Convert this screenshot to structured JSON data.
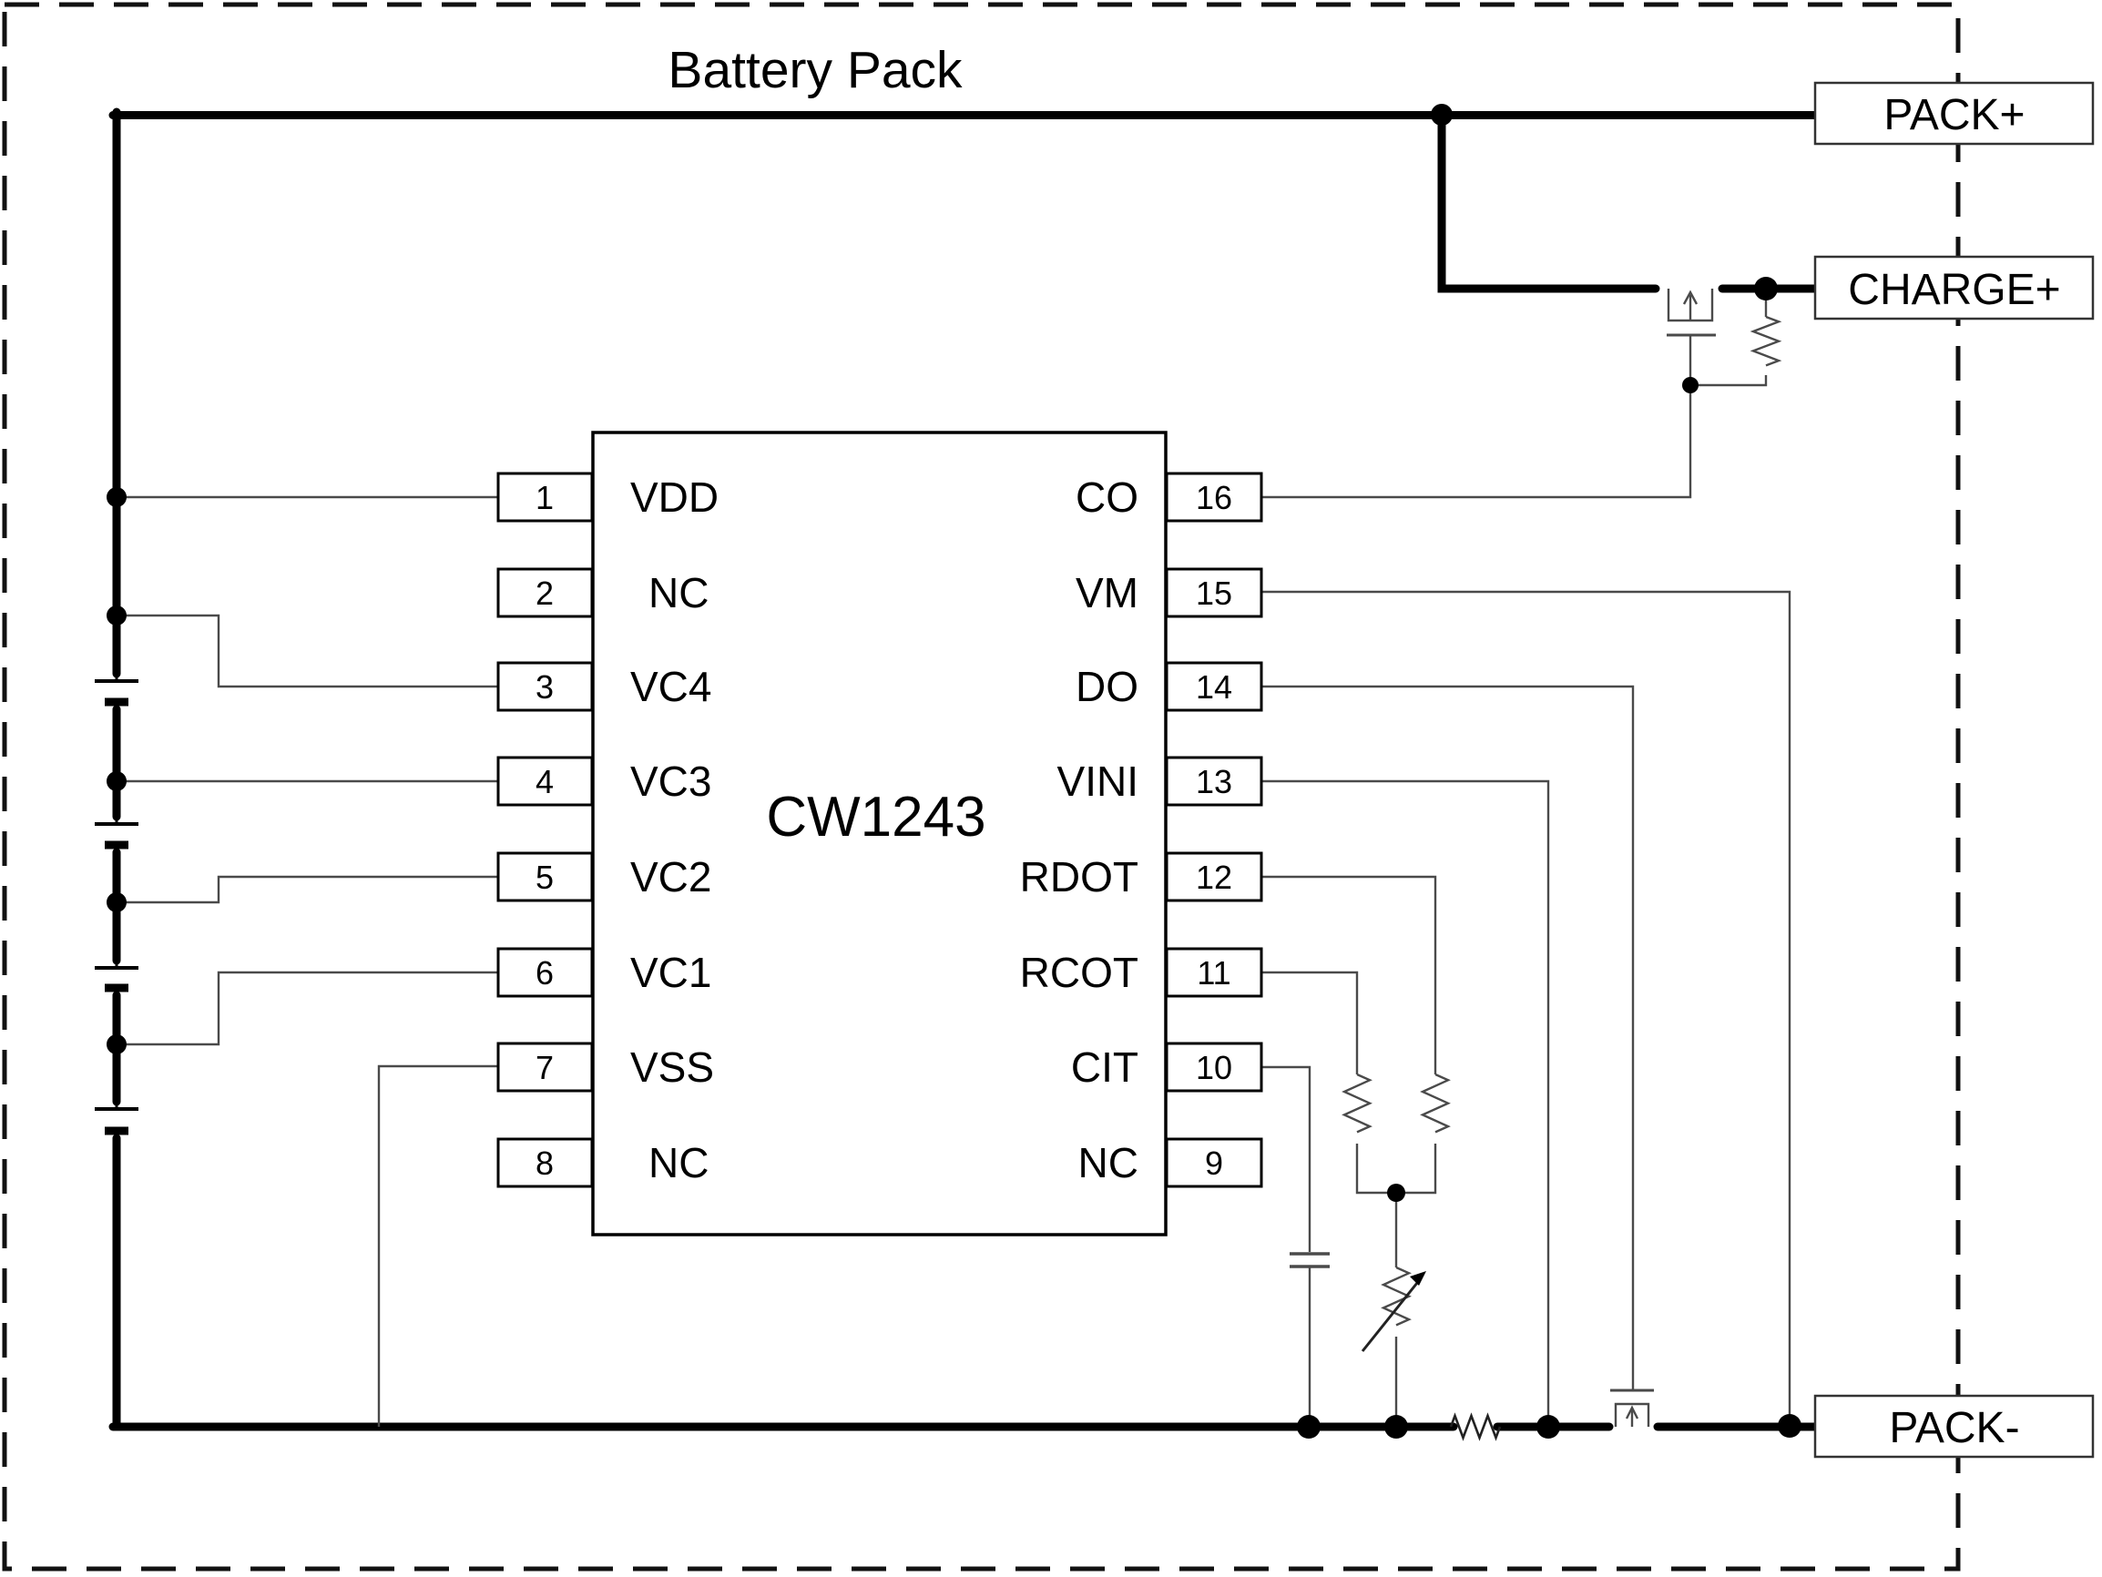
{
  "title": "Battery Pack",
  "chip": {
    "name": "CW1243",
    "left_pins": [
      {
        "num": "1",
        "label": "VDD"
      },
      {
        "num": "2",
        "label": "NC"
      },
      {
        "num": "3",
        "label": "VC4"
      },
      {
        "num": "4",
        "label": "VC3"
      },
      {
        "num": "5",
        "label": "VC2"
      },
      {
        "num": "6",
        "label": "VC1"
      },
      {
        "num": "7",
        "label": "VSS"
      },
      {
        "num": "8",
        "label": "NC"
      }
    ],
    "right_pins": [
      {
        "num": "16",
        "label": "CO"
      },
      {
        "num": "15",
        "label": "VM"
      },
      {
        "num": "14",
        "label": "DO"
      },
      {
        "num": "13",
        "label": "VINI"
      },
      {
        "num": "12",
        "label": "RDOT"
      },
      {
        "num": "11",
        "label": "RCOT"
      },
      {
        "num": "10",
        "label": "CIT"
      },
      {
        "num": "9",
        "label": "NC"
      }
    ]
  },
  "terminals": {
    "pack_plus": "PACK+",
    "charge_plus": "CHARGE+",
    "pack_minus": "PACK-"
  },
  "colors": {
    "wire_thick": "#000000",
    "wire_thin": "#4a4a4a",
    "border_dash": "#111111",
    "background": "#ffffff"
  }
}
